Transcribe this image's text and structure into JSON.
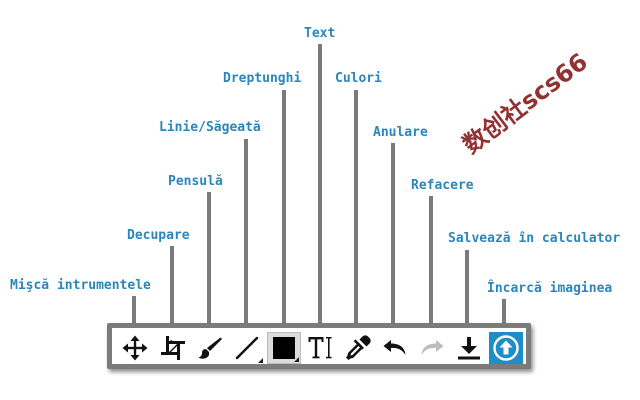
{
  "callouts": [
    {
      "label": "Mişcă intrumentele"
    },
    {
      "label": "Decupare"
    },
    {
      "label": "Pensulă"
    },
    {
      "label": "Linie/Săgeată"
    },
    {
      "label": "Dreptunghi"
    },
    {
      "label": "Text"
    },
    {
      "label": "Culori"
    },
    {
      "label": "Anulare"
    },
    {
      "label": "Refacere"
    },
    {
      "label": "Salvează în calculator"
    },
    {
      "label": "Încarcă imaginea"
    }
  ],
  "toolbar": {
    "tools": [
      {
        "icon": "move-arrows-icon"
      },
      {
        "icon": "crop-icon"
      },
      {
        "icon": "brush-icon"
      },
      {
        "icon": "line-icon"
      },
      {
        "icon": "rectangle-icon",
        "selected": true,
        "fill_color": "#000000"
      },
      {
        "icon": "text-cursor-icon"
      },
      {
        "icon": "eyedropper-icon"
      },
      {
        "icon": "undo-icon"
      },
      {
        "icon": "redo-icon",
        "disabled": true
      },
      {
        "icon": "download-icon"
      },
      {
        "icon": "upload-icon",
        "primary": true
      }
    ]
  },
  "watermark": {
    "text": "数创社scs66"
  },
  "colors": {
    "label": "#2a86bb",
    "line": "#7b7b7b",
    "primary": "#1f8ec8",
    "disabled": "#bdbdbd",
    "watermark": "#8d2626"
  }
}
